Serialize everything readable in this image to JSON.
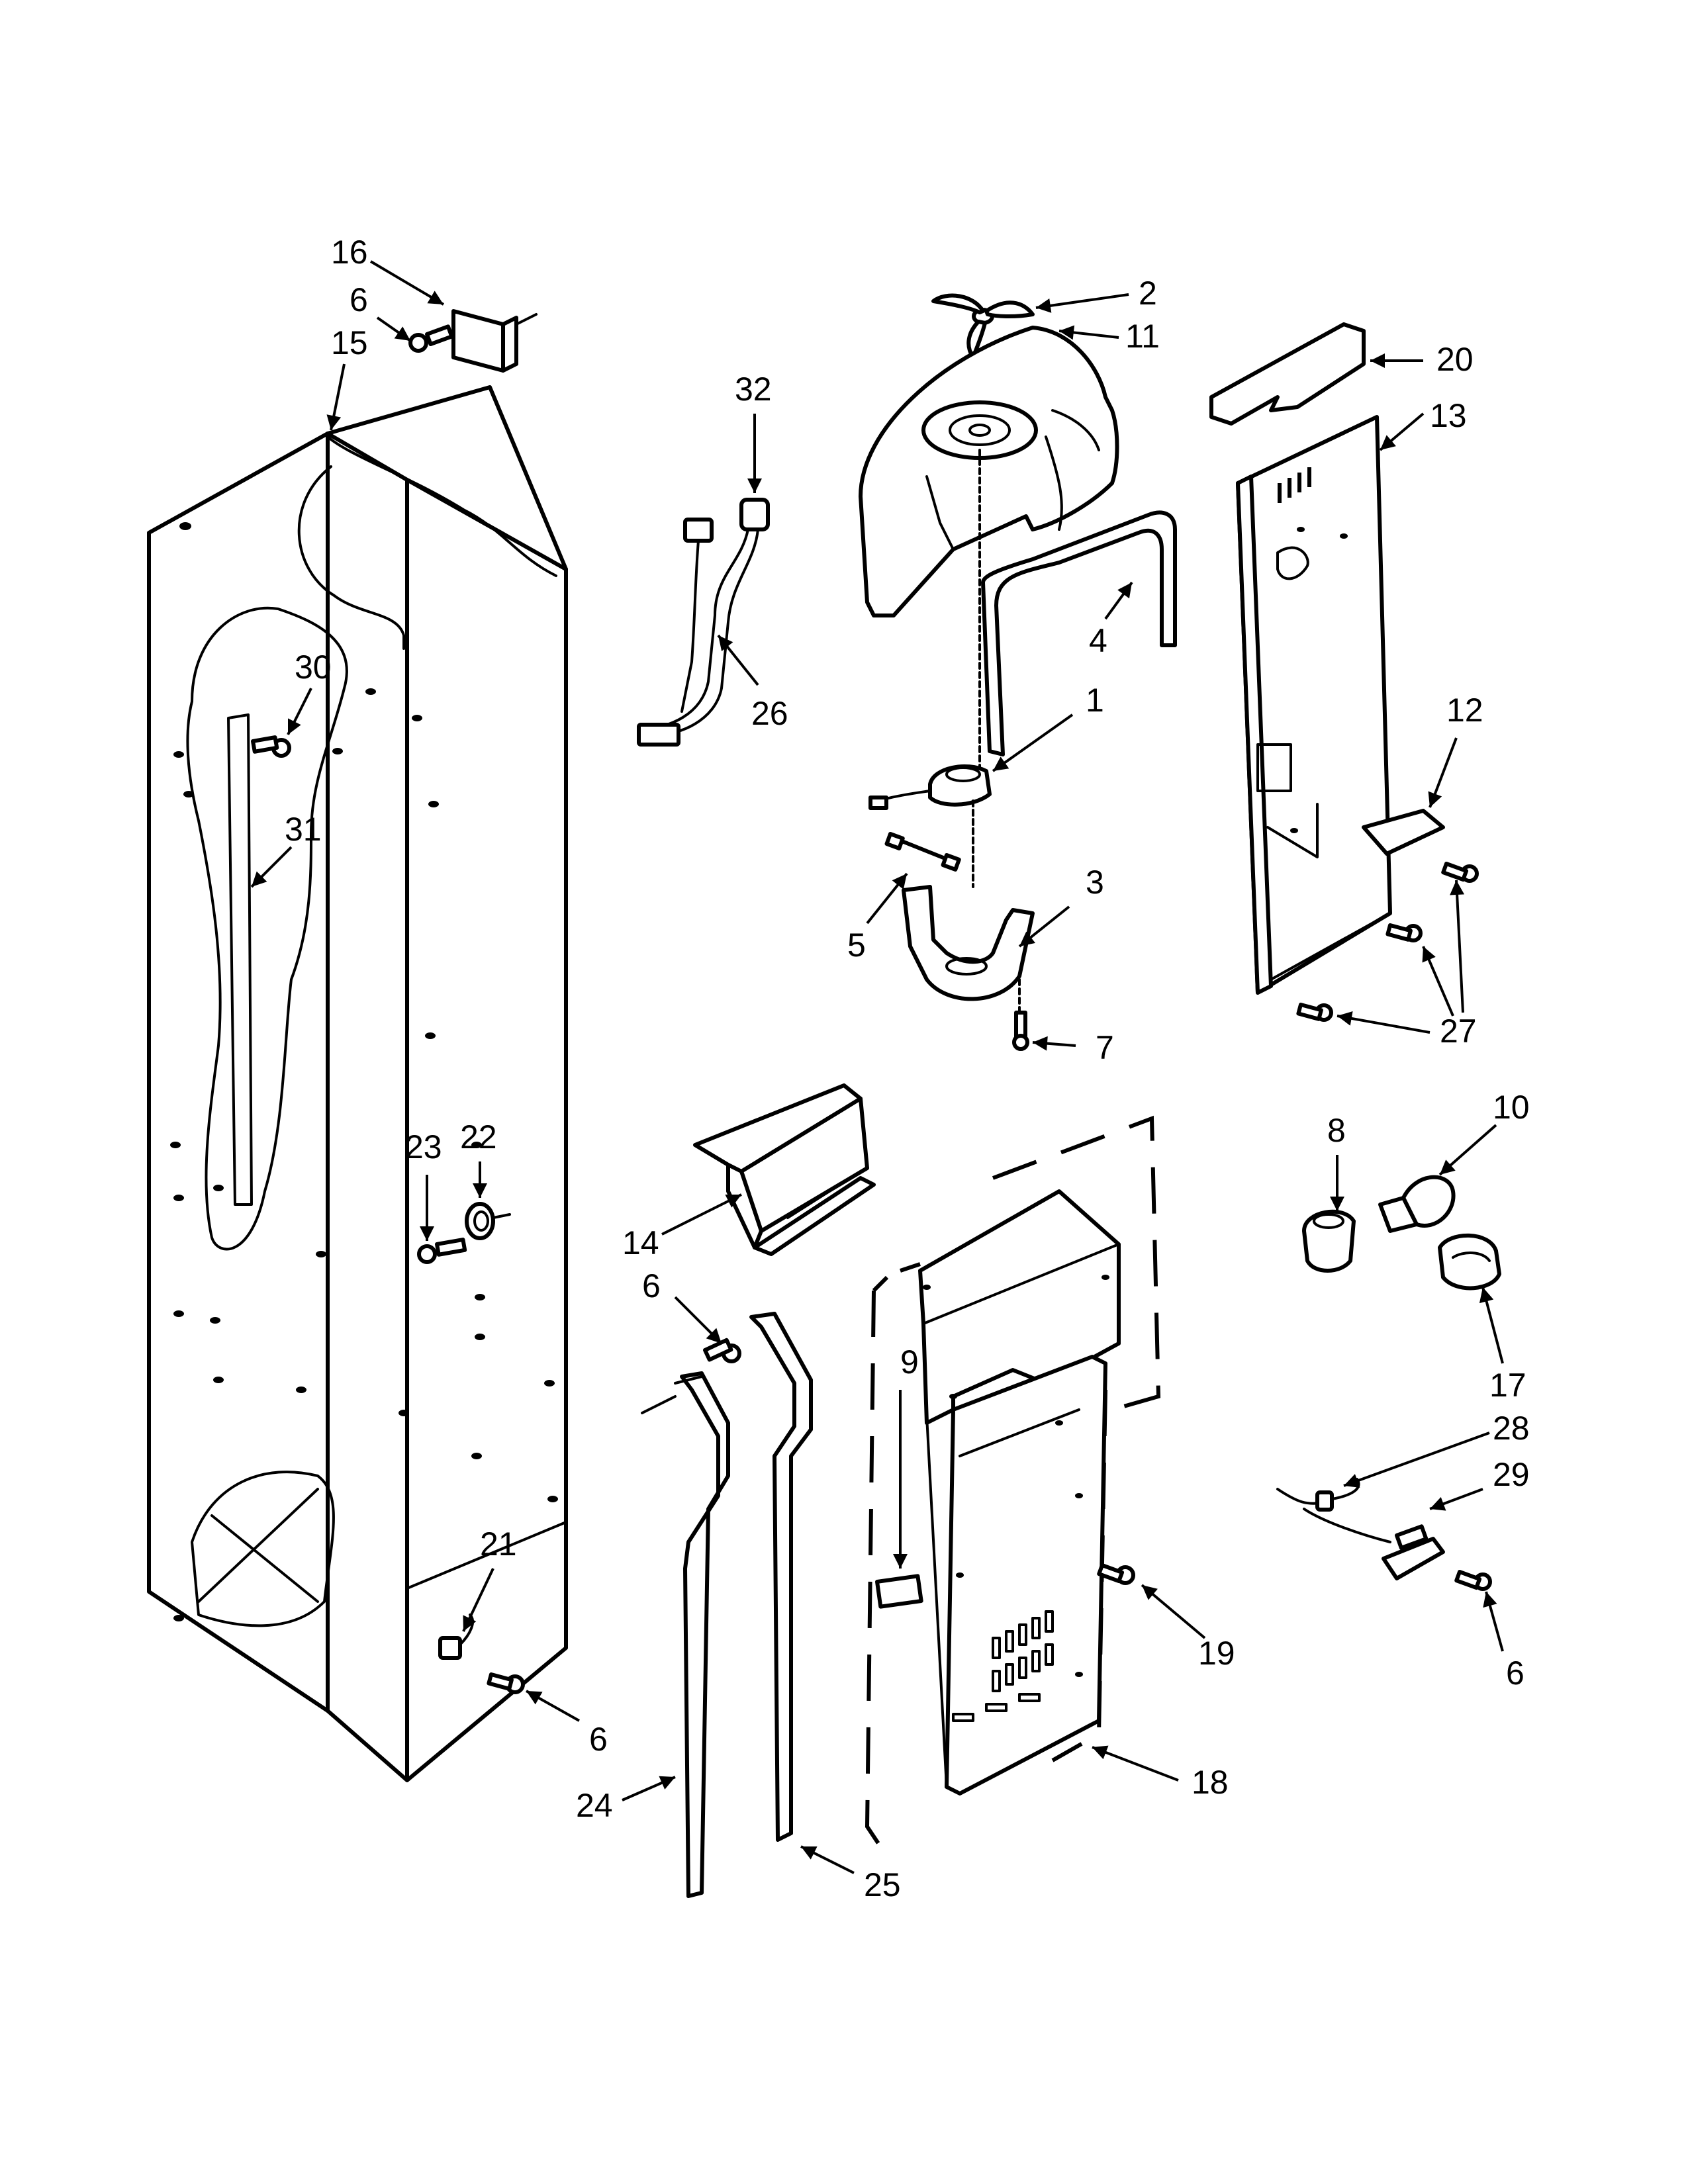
{
  "callouts": [
    {
      "id": "16",
      "text": "16"
    },
    {
      "id": "6a",
      "text": "6"
    },
    {
      "id": "15",
      "text": "15"
    },
    {
      "id": "30",
      "text": "30"
    },
    {
      "id": "31",
      "text": "31"
    },
    {
      "id": "32",
      "text": "32"
    },
    {
      "id": "26",
      "text": "26"
    },
    {
      "id": "2",
      "text": "2"
    },
    {
      "id": "11",
      "text": "11"
    },
    {
      "id": "4",
      "text": "4"
    },
    {
      "id": "1",
      "text": "1"
    },
    {
      "id": "5",
      "text": "5"
    },
    {
      "id": "3",
      "text": "3"
    },
    {
      "id": "7",
      "text": "7"
    },
    {
      "id": "20",
      "text": "20"
    },
    {
      "id": "13",
      "text": "13"
    },
    {
      "id": "12",
      "text": "12"
    },
    {
      "id": "27",
      "text": "27"
    },
    {
      "id": "22",
      "text": "22"
    },
    {
      "id": "23",
      "text": "23"
    },
    {
      "id": "14",
      "text": "14"
    },
    {
      "id": "6b",
      "text": "6"
    },
    {
      "id": "9",
      "text": "9"
    },
    {
      "id": "8",
      "text": "8"
    },
    {
      "id": "10",
      "text": "10"
    },
    {
      "id": "17",
      "text": "17"
    },
    {
      "id": "28",
      "text": "28"
    },
    {
      "id": "29",
      "text": "29"
    },
    {
      "id": "19",
      "text": "19"
    },
    {
      "id": "6c",
      "text": "6"
    },
    {
      "id": "21",
      "text": "21"
    },
    {
      "id": "6d",
      "text": "6"
    },
    {
      "id": "24",
      "text": "24"
    },
    {
      "id": "18",
      "text": "18"
    },
    {
      "id": "25",
      "text": "25"
    }
  ]
}
